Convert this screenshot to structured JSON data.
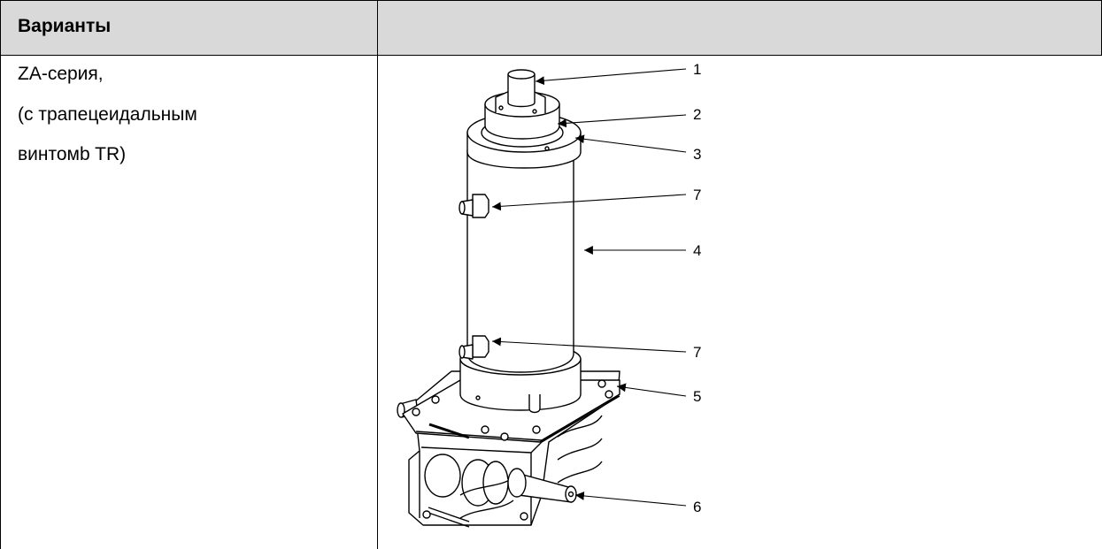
{
  "table": {
    "header": {
      "col1": "Варианты",
      "col2": ""
    },
    "row": {
      "variant_lines": [
        "ZA-серия,",
        "(с трапецеидальным",
        "винтомb TR)"
      ]
    }
  },
  "figure": {
    "callouts": [
      "1",
      "2",
      "3",
      "7",
      "4",
      "7",
      "5",
      "6"
    ]
  }
}
